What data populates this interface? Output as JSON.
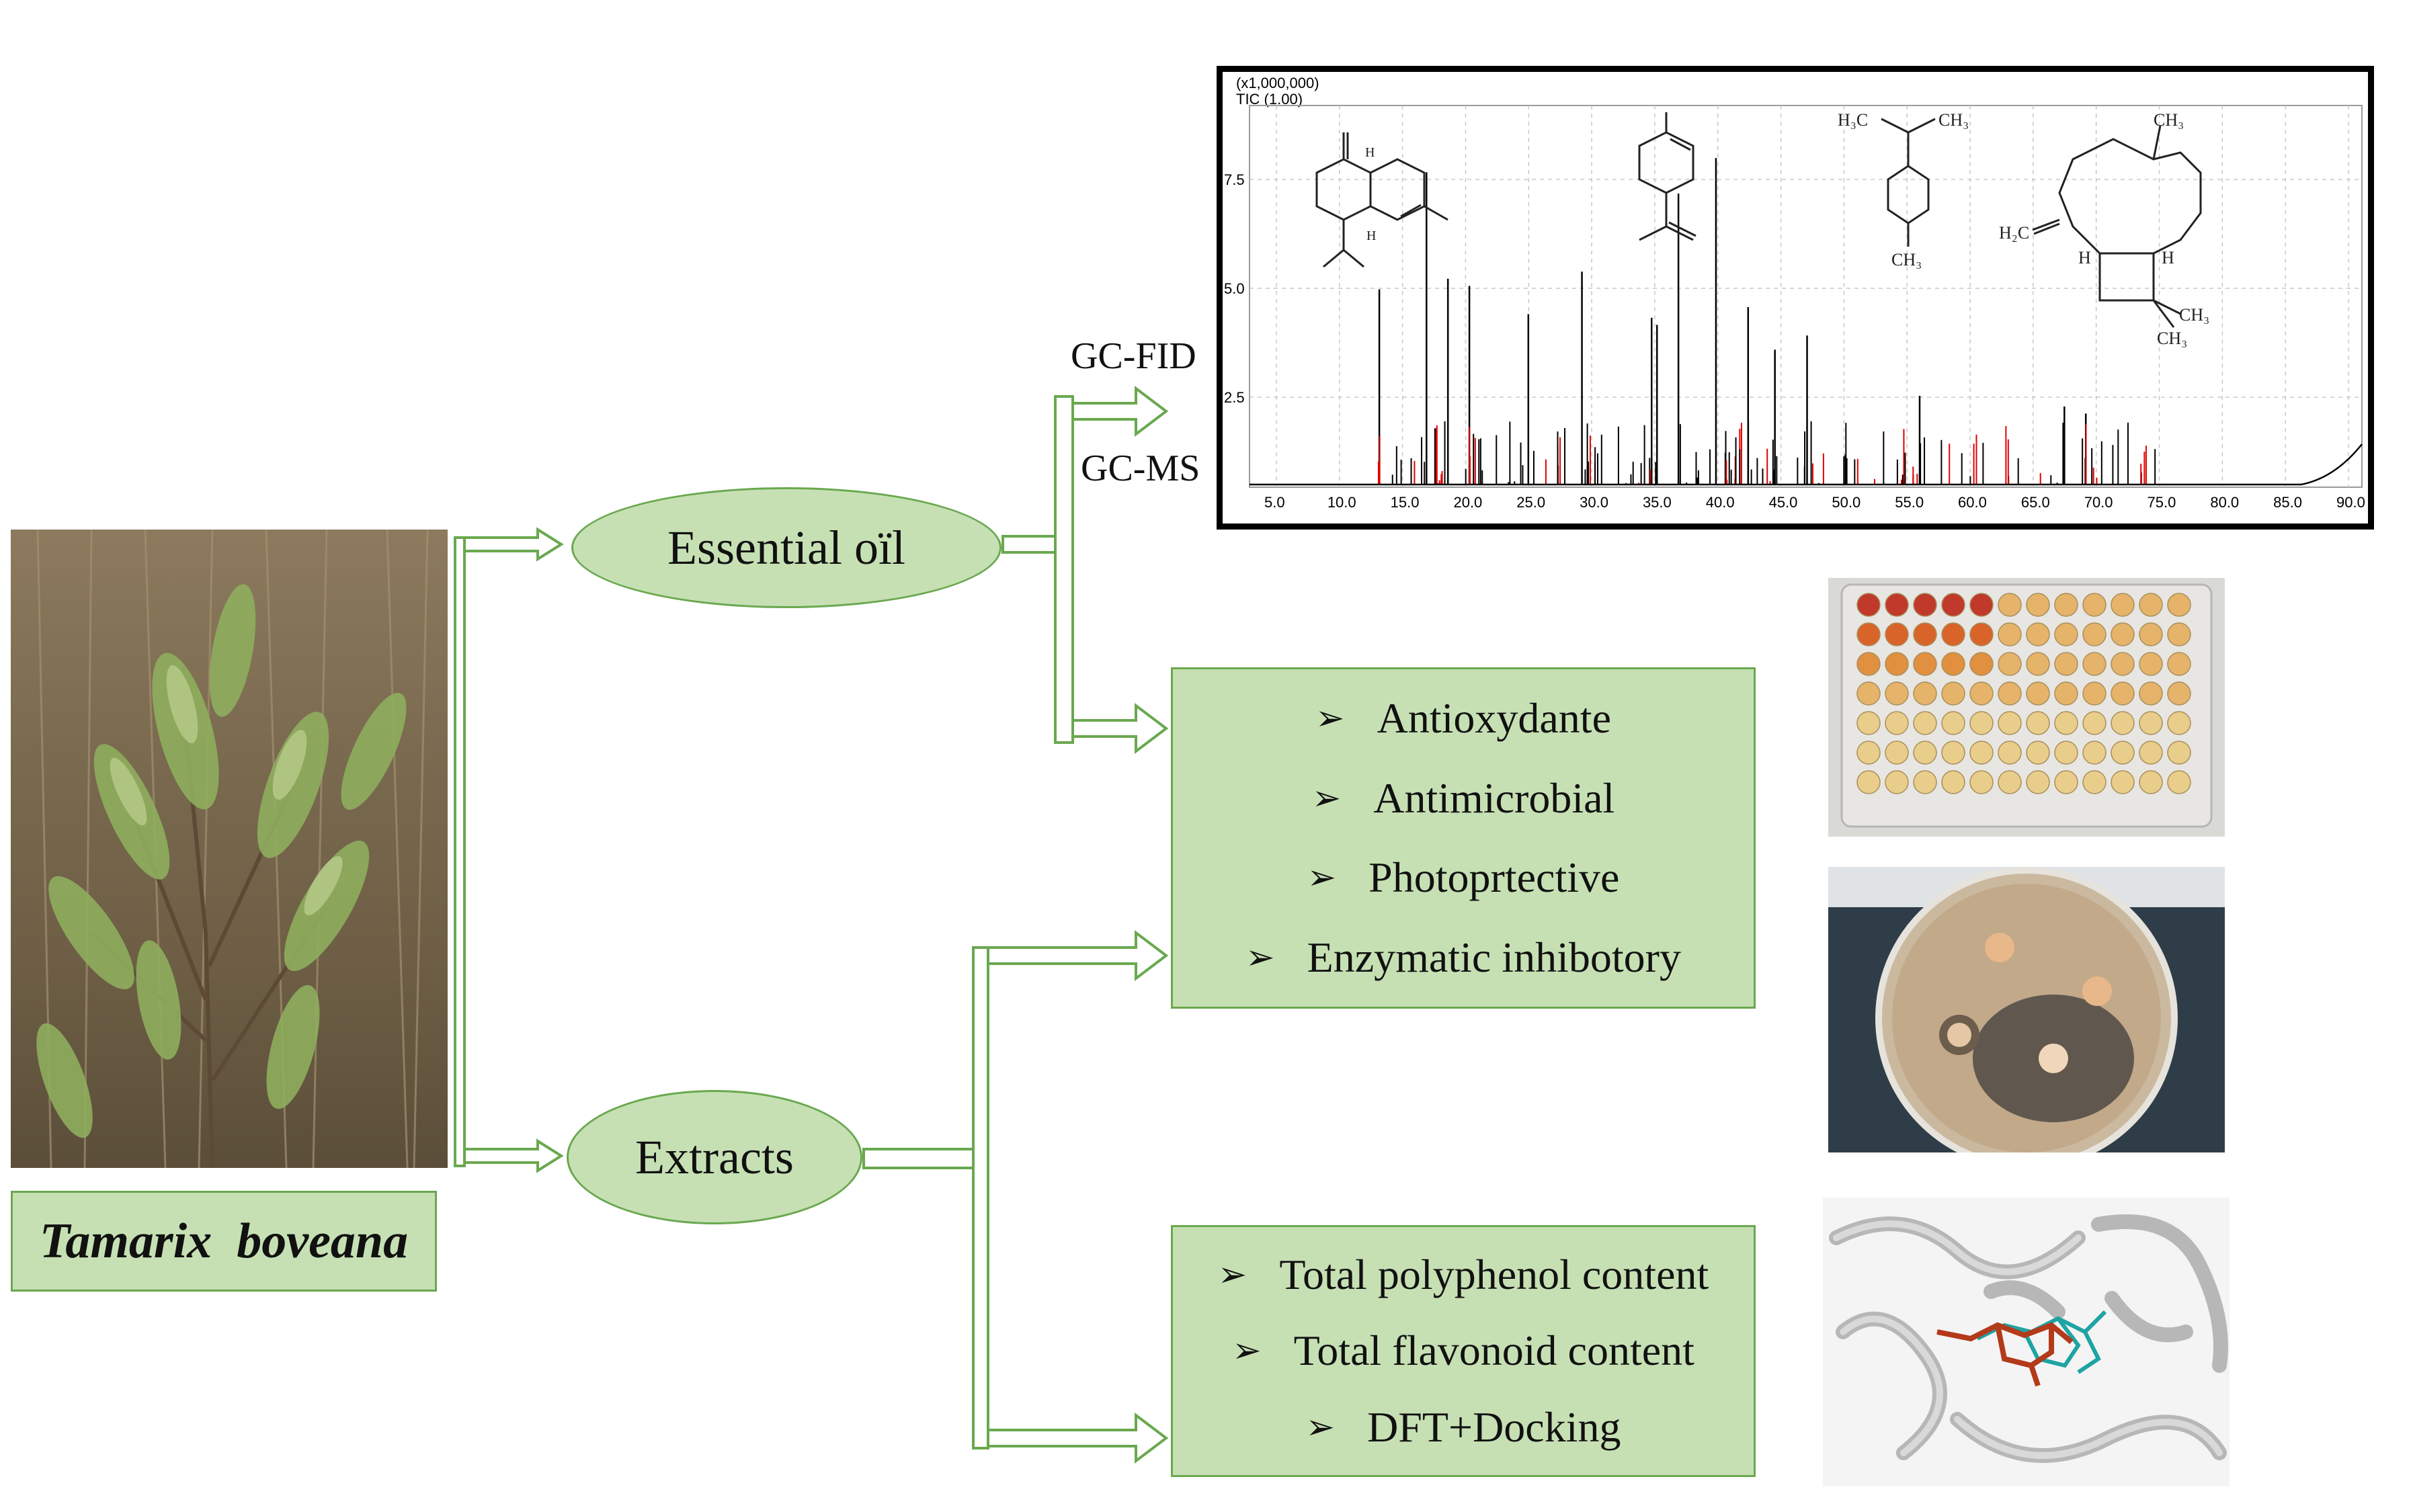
{
  "species": {
    "name": "Tamarix  boveana"
  },
  "branches": {
    "essential_oil": "Essential oïl",
    "extracts": "Extracts"
  },
  "methods": {
    "gc_fid": "GC-FID",
    "gc_ms": "GC-MS"
  },
  "activities": {
    "bullet": "➢",
    "items": [
      "Antioxydante",
      "Antimicrobial",
      "Photoprtective",
      "Enzymatic inhibotory"
    ]
  },
  "contents": {
    "bullet": "➢",
    "items": [
      "Total polyphenol content",
      "Total flavonoid content",
      "DFT+Docking"
    ]
  },
  "chromatogram": {
    "scale_label": "(x1,000,000)",
    "trace_label": "TIC (1.00)",
    "y_ticks": [
      "7.5",
      "5.0",
      "2.5"
    ],
    "x_ticks": [
      "5.0",
      "10.0",
      "15.0",
      "20.0",
      "25.0",
      "30.0",
      "35.0",
      "40.0",
      "45.0",
      "50.0",
      "55.0",
      "60.0",
      "65.0",
      "70.0",
      "75.0",
      "80.0",
      "85.0",
      "90.0"
    ],
    "structure_labels": {
      "cymene_top": "H₃C",
      "cymene_top_right": "CH₃",
      "cymene_bottom": "CH₃",
      "caryo_top": "CH₃",
      "caryo_left": "H₂C",
      "caryo_h_left": "H",
      "caryo_h_right": "H",
      "caryo_me1": "CH₃",
      "caryo_me2": "CH₃",
      "cadinene_h_top": "H",
      "cadinene_h_bottom": "H"
    }
  },
  "colors": {
    "box_fill": "#c6e0b4",
    "box_border": "#6aa84f",
    "peak_black": "#000000",
    "peak_red": "#e00000",
    "ligand_red": "#b33a1a",
    "ligand_cyan": "#1fa3a3"
  }
}
